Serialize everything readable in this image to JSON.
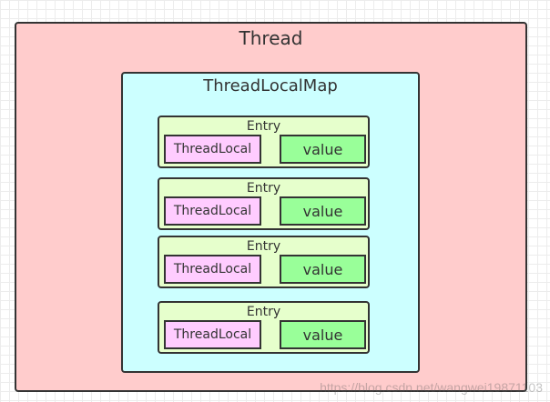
{
  "thread": {
    "label": "Thread"
  },
  "map": {
    "label": "ThreadLocalMap"
  },
  "entries": [
    {
      "label": "Entry",
      "key": "ThreadLocal",
      "value": "value"
    },
    {
      "label": "Entry",
      "key": "ThreadLocal",
      "value": "value"
    },
    {
      "label": "Entry",
      "key": "ThreadLocal",
      "value": "value"
    },
    {
      "label": "Entry",
      "key": "ThreadLocal",
      "value": "value"
    }
  ],
  "watermark": "https://blog.csdn.net/wangwei19871103",
  "colors": {
    "thread": "#ffcccc",
    "map": "#ccffff",
    "entry": "#e6ffcc",
    "threadlocal": "#ffccff",
    "value": "#99ff99"
  }
}
